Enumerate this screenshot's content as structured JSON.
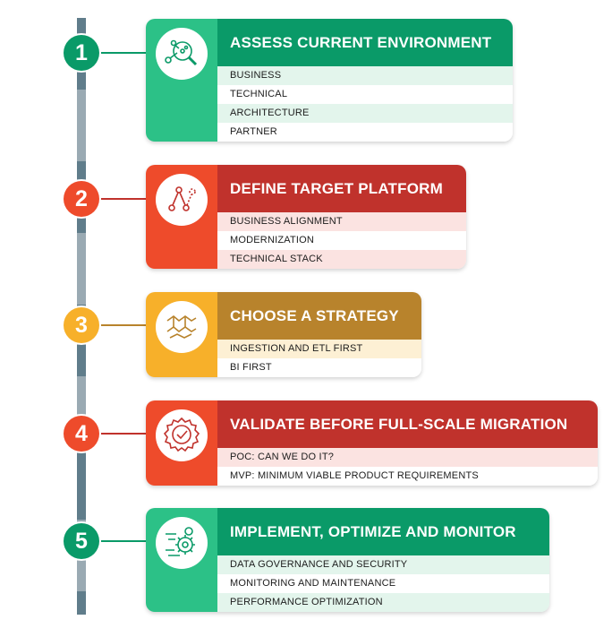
{
  "colors": {
    "green": "#0a9a68",
    "green_light": "#2cc187",
    "red": "#c0322c",
    "red_light": "#ee4b2b",
    "gold": "#b8832c",
    "gold_light": "#f7b02a",
    "timeline_dark": "#607d8b",
    "timeline_light": "#9aaab3"
  },
  "steps": [
    {
      "number": "1",
      "title": "ASSESS CURRENT ENVIRONMENT",
      "icon": "magnifier-network-icon",
      "items": [
        "BUSINESS",
        "TECHNICAL",
        "ARCHITECTURE",
        "PARTNER"
      ]
    },
    {
      "number": "2",
      "title": "DEFINE TARGET PLATFORM",
      "icon": "path-network-icon",
      "items": [
        "BUSINESS ALIGNMENT",
        "MODERNIZATION",
        "TECHNICAL STACK"
      ]
    },
    {
      "number": "3",
      "title": "CHOOSE A STRATEGY",
      "icon": "strategy-map-icon",
      "items": [
        "INGESTION AND ETL FIRST",
        "BI FIRST"
      ]
    },
    {
      "number": "4",
      "title": "VALIDATE BEFORE FULL-SCALE MIGRATION",
      "icon": "check-badge-icon",
      "items": [
        "POC: CAN WE DO IT?",
        "MVP: MINIMUM VIABLE PRODUCT REQUIREMENTS"
      ]
    },
    {
      "number": "5",
      "title": "IMPLEMENT, OPTIMIZE AND MONITOR",
      "icon": "gears-icon",
      "items": [
        "DATA GOVERNANCE AND SECURITY",
        "MONITORING AND MAINTENANCE",
        "PERFORMANCE OPTIMIZATION"
      ]
    }
  ]
}
